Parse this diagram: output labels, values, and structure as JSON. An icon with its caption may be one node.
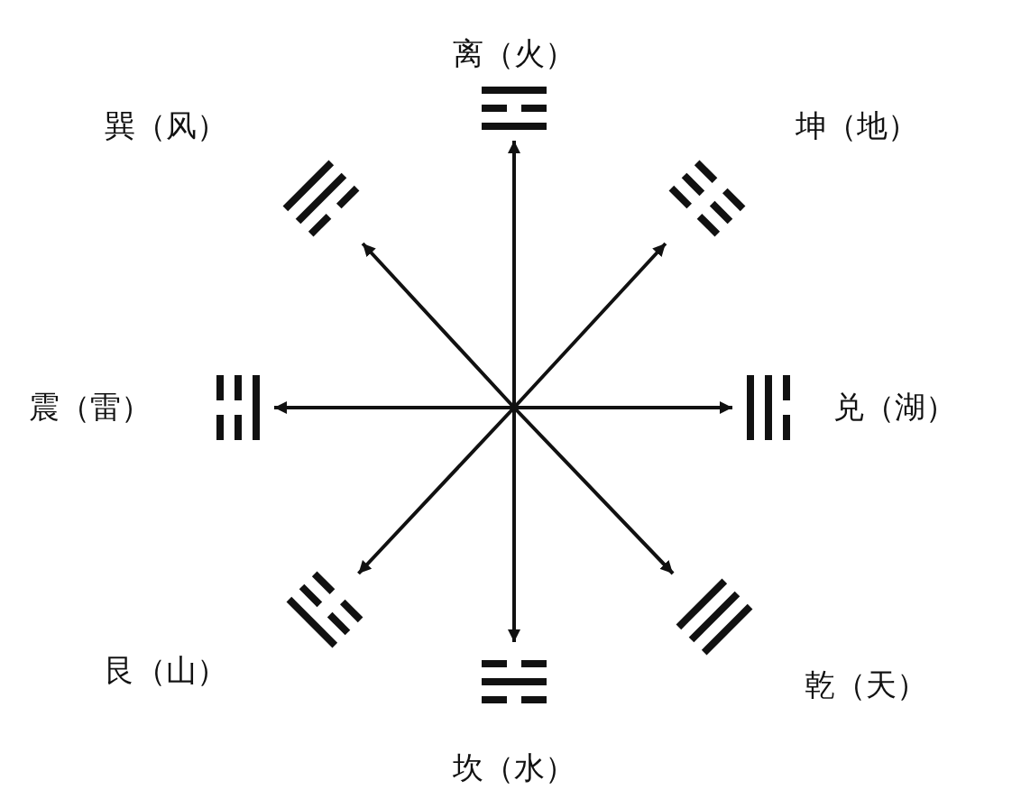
{
  "diagram": {
    "nodes": [
      {
        "text": [
          "离（火）"
        ]
      },
      {
        "text": [
          "巽（风）"
        ]
      },
      {
        "text": [
          "坤（地）"
        ]
      },
      {
        "text": [
          "震（雷）"
        ]
      },
      {
        "text": [
          "兑（湖）"
        ]
      },
      {
        "text": [
          "艮（山）"
        ]
      },
      {
        "text": [
          "乾（天）"
        ]
      },
      {
        "text": [
          "坎（水）"
        ]
      }
    ],
    "edges": [
      {
        "from": 0,
        "to": 7,
        "arrow": "both"
      },
      {
        "from": 1,
        "to": 6,
        "arrow": "both"
      },
      {
        "from": 2,
        "to": 5,
        "arrow": "both"
      },
      {
        "from": 3,
        "to": 4,
        "arrow": "both"
      }
    ]
  }
}
